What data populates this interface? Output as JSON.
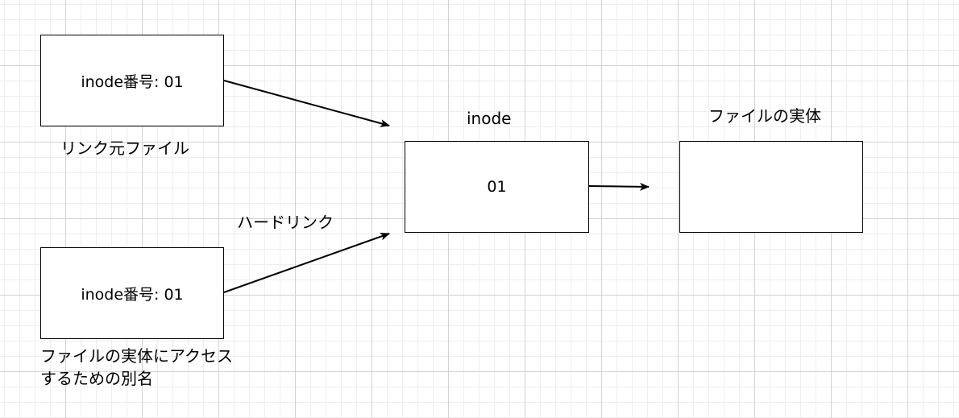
{
  "nodes": {
    "source_box": {
      "text": "inode番号: 01"
    },
    "link_box": {
      "text": "inode番号: 01"
    },
    "inode_box": {
      "text": "01"
    },
    "file_box": {
      "text": ""
    }
  },
  "labels": {
    "source_caption": "リンク元ファイル",
    "hardlink_caption": "ハードリンク",
    "inode_title": "inode",
    "file_title": "ファイルの実体",
    "alias_caption_line1": "ファイルの実体にアクセス",
    "alias_caption_line2": "するための別名"
  },
  "colors": {
    "stroke": "#000000",
    "grid_major": "#d3d3d3",
    "grid_minor": "#eeeeee"
  }
}
